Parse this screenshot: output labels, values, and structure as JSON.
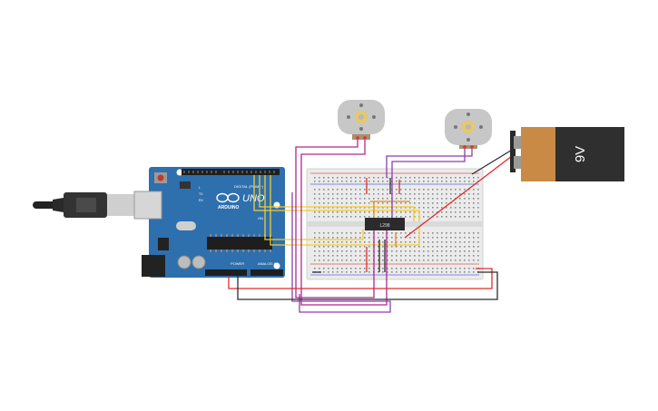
{
  "arduino": {
    "brand": "ARDUINO",
    "model": "UNO",
    "digital_header": "DIGITAL (PWM ~)",
    "power_header": "POWER",
    "analog_header": "ANALOG IN",
    "tx_label": "TX",
    "rx_label": "RX",
    "l_label": "L",
    "on_label": "ON"
  },
  "chip": {
    "label": "L298"
  },
  "battery": {
    "label": "9V",
    "body_color": "#2f2f2f",
    "cap_color": "#c98a45"
  },
  "wire_colors": {
    "red": "#e02b2b",
    "black": "#2c2c2c",
    "yellow": "#f2cc2a",
    "purple": "#8a3fb0",
    "magenta": "#b0278f",
    "orange": "#e58a1f"
  },
  "board_color": "#2e6fad",
  "breadboard_color": "#ebebeb"
}
